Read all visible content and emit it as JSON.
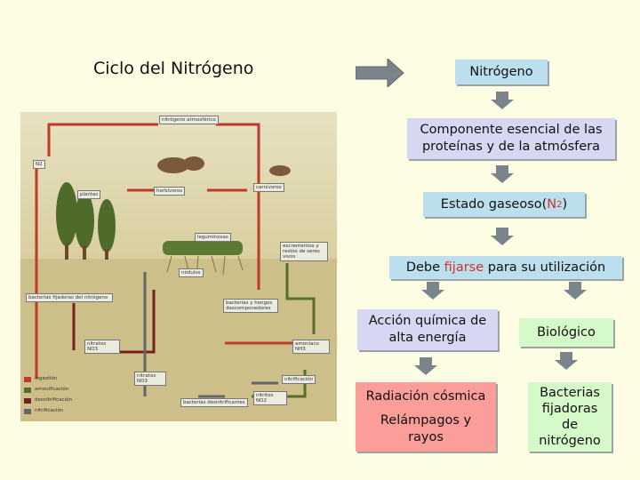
{
  "title": "Ciclo del Nitrógeno",
  "nodes": {
    "n1": "Nitrógeno",
    "n2_line1": "Componente esencial de las",
    "n2_line2": "proteínas y de la atmósfera",
    "n3_pre": "Estado gaseoso(",
    "n3_formula": "N",
    "n3_sub": "2",
    "n3_post": ")",
    "n4_pre": "Debe ",
    "n4_highlight": "fijarse",
    "n4_post": " para su utilización",
    "n5_line1": "Acción química de",
    "n5_line2": "alta energía",
    "n6": "Biológico",
    "n7_line1": "Radiación cósmica",
    "n7_line2": "Relámpagos y",
    "n7_line3": "rayos",
    "n8_line1": "Bacterias",
    "n8_line2": "fijadoras",
    "n8_line3": "de",
    "n8_line4": "nitrógeno"
  },
  "illustration": {
    "labels": {
      "atm": "nitrógeno atmosférico",
      "n2": "N2",
      "plants": "plantas",
      "herbivores": "herbívoros",
      "carnivores": "carnívoros",
      "legumes": "leguminosas",
      "remains": "excrementos y restos de seres vivos",
      "nodules": "nódulos",
      "bacteria": "bacterias fijadoras del nitrógeno",
      "decomposers": "bacterias y hongos descomponedores",
      "nitrates": "nitratos NO3",
      "ammonia": "amoníaco NH3",
      "nitrites": "nitritos NO2",
      "nitrification": "nitrificación",
      "denitrifying": "bacterias desnitrificantes"
    },
    "legend": [
      "ingestión",
      "amonificación",
      "desnitrificación",
      "nitrificación"
    ],
    "legend_colors": [
      "#c0392b",
      "#5a6b2a",
      "#7a1f1f",
      "#666666"
    ]
  },
  "colors": {
    "background": "#fdfde3",
    "blue": "#bcdfee",
    "lavender": "#d8d7f3",
    "pink": "#fb9d99",
    "green": "#d5f9c8",
    "highlight": "#d23030",
    "arrow": "#7b848a"
  }
}
